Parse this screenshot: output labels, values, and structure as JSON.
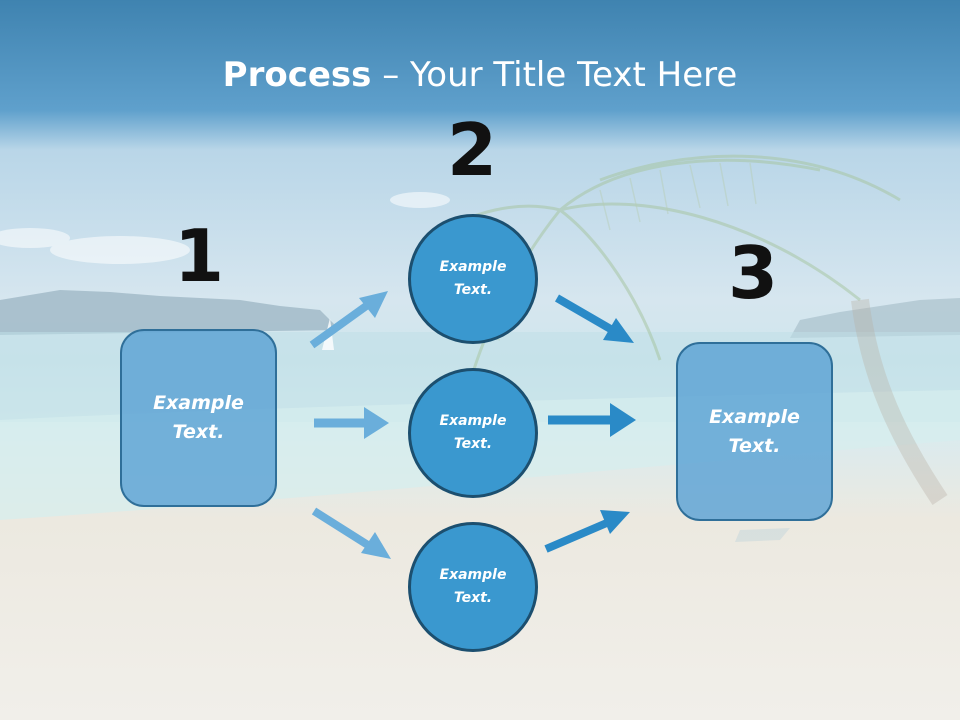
{
  "title": {
    "bold": "Process",
    "dash": " – ",
    "rest": "Your Title Text Here"
  },
  "steps": [
    {
      "number": "1",
      "label": "Example\nText."
    },
    {
      "number": "2",
      "circles": [
        {
          "label": "Example\nText."
        },
        {
          "label": "Example\nText."
        },
        {
          "label": "Example\nText."
        }
      ]
    },
    {
      "number": "3",
      "label": "Example\nText."
    }
  ],
  "colors": {
    "arrow_light": "#6aaedb",
    "arrow_dark": "#2a8ac7",
    "circle_fill": "#3a98cf",
    "box_fill": "#5ba2d4"
  }
}
